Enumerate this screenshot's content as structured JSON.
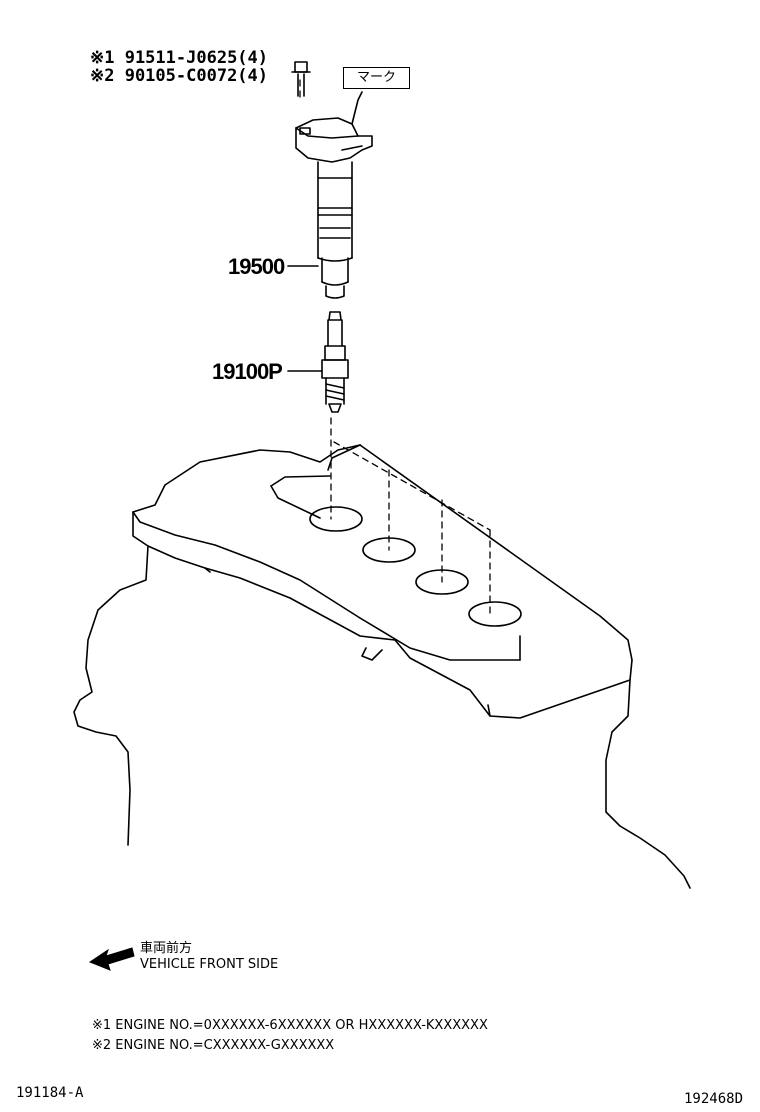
{
  "callouts": {
    "bolt_note_1": "※1 91511-J0625(4)",
    "bolt_note_2": "※2 90105-C0072(4)",
    "mark": "マーク",
    "ignition_coil": "19500",
    "spark_plug": "19100P"
  },
  "legend": {
    "direction_jp": "車両前方",
    "direction_en": "VEHICLE FRONT SIDE"
  },
  "notes": {
    "note_1": "※1 ENGINE NO.=0XXXXXX-6XXXXXX OR HXXXXXX-KXXXXXX",
    "note_2": "※2 ENGINE NO.=CXXXXXX-GXXXXXX"
  },
  "footer": {
    "figure_id": "191184-A",
    "drawing_id": "192468D"
  }
}
